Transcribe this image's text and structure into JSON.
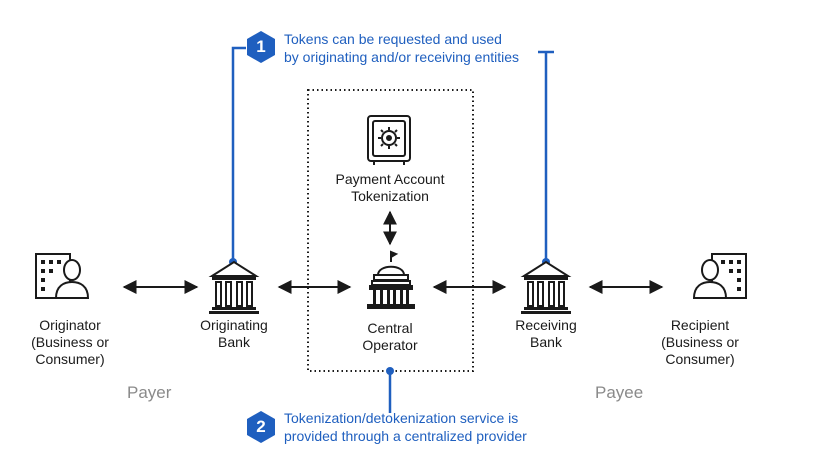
{
  "callouts": [
    {
      "number": "1",
      "line1": "Tokens can be requested and used",
      "line2": "by originating and/or receiving entities"
    },
    {
      "number": "2",
      "line1": "Tokenization/detokenization service is",
      "line2": "provided through a centralized provider"
    }
  ],
  "nodes": {
    "originator": [
      "Originator",
      "(Business or",
      "Consumer)"
    ],
    "originating_bank": [
      "Originating",
      "Bank"
    ],
    "tokenization": [
      "Payment Account",
      "Tokenization"
    ],
    "central_operator": [
      "Central",
      "Operator"
    ],
    "receiving_bank": [
      "Receiving",
      "Bank"
    ],
    "recipient": [
      "Recipient",
      "(Business or",
      "Consumer)"
    ]
  },
  "roles": {
    "payer": "Payer",
    "payee": "Payee"
  },
  "colors": {
    "accent": "#1f5fbf",
    "icon": "#1a1a1a",
    "role_text": "#8a8a8a"
  },
  "icons": {
    "originator": "person-building-icon",
    "originating_bank": "bank-icon",
    "tokenization": "safe-icon",
    "central_operator": "capitol-building-icon",
    "receiving_bank": "bank-icon",
    "recipient": "person-building-icon"
  }
}
